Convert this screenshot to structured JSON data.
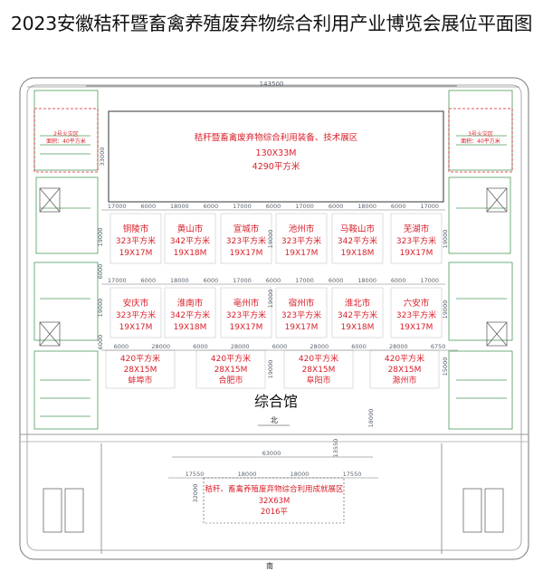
{
  "title": "2023安徽秸秆暨畜禽养殖废弃物综合利用产业博览会展位平面图",
  "hall_name": "综合馆",
  "north_label": "北",
  "south_label": "南",
  "top_span": "143500",
  "fire_zones": {
    "left": {
      "line1": "2号火灾区",
      "line2": "面积：40平方米"
    },
    "right": {
      "line1": "3号火灾区",
      "line2": "面积：40平方米"
    }
  },
  "main_zone": {
    "title": "秸秆暨畜禽废弃物综合利用装备、技术展区",
    "size": "130X33M",
    "area": "4290平方米",
    "depth": "33000"
  },
  "row1": [
    {
      "city": "铜陵市",
      "area": "323平方米",
      "size": "19X17M"
    },
    {
      "city": "黄山市",
      "area": "342平方米",
      "size": "19X18M"
    },
    {
      "city": "宣城市",
      "area": "323平方米",
      "size": "19X17M"
    },
    {
      "city": "池州市",
      "area": "323平方米",
      "size": "19X17M"
    },
    {
      "city": "马鞍山市",
      "area": "342平方米",
      "size": "19X18M"
    },
    {
      "city": "芜湖市",
      "area": "323平方米",
      "size": "19X17M"
    }
  ],
  "row2": [
    {
      "city": "安庆市",
      "area": "323平方米",
      "size": "19X17M"
    },
    {
      "city": "淮南市",
      "area": "342平方米",
      "size": "19X18M"
    },
    {
      "city": "亳州市",
      "area": "323平方米",
      "size": "19X17M"
    },
    {
      "city": "宿州市",
      "area": "323平方米",
      "size": "19X17M"
    },
    {
      "city": "淮北市",
      "area": "342平方米",
      "size": "19X18M"
    },
    {
      "city": "六安市",
      "area": "323平方米",
      "size": "19X17M"
    }
  ],
  "row3": [
    {
      "area": "420平方米",
      "size": "28X15M",
      "city": "蚌埠市"
    },
    {
      "area": "420平方米",
      "size": "28X15M",
      "city": "合肥市"
    },
    {
      "area": "420平方米",
      "size": "28X15M",
      "city": "阜阳市"
    },
    {
      "area": "420平方米",
      "size": "28X15M",
      "city": "滁州市"
    }
  ],
  "achievement_zone": {
    "title": "秸秆、畜禽养殖废弃物综合利用成就展区",
    "size": "32X63M",
    "area": "2016平"
  },
  "dims": {
    "row_top": [
      "17000",
      "6000",
      "18000",
      "6000",
      "17000",
      "6000",
      "17000",
      "6000",
      "18000",
      "6000",
      "17000"
    ],
    "row_mid": [
      "17000",
      "6000",
      "18000",
      "6000",
      "17000",
      "6000",
      "17000",
      "6000",
      "18000",
      "6000",
      "17000"
    ],
    "row_bottom": [
      "6000",
      "28000",
      "6000",
      "28000",
      "6000",
      "28000",
      "6000",
      "28000",
      "6750"
    ],
    "vertical_left": [
      "19000",
      "6000",
      "19000",
      "6000"
    ],
    "vertical_right": [
      "19000",
      "19000",
      "15000"
    ],
    "vertical_mid": [
      "19000",
      "19000",
      "19000"
    ],
    "vertical_aisle": "18000",
    "achievement_width": "63000",
    "achievement_depth": "32000",
    "achievement_row": [
      "17550",
      "18000",
      "18000",
      "17550"
    ],
    "achievement_side": "13550",
    "left_top": "33000"
  }
}
